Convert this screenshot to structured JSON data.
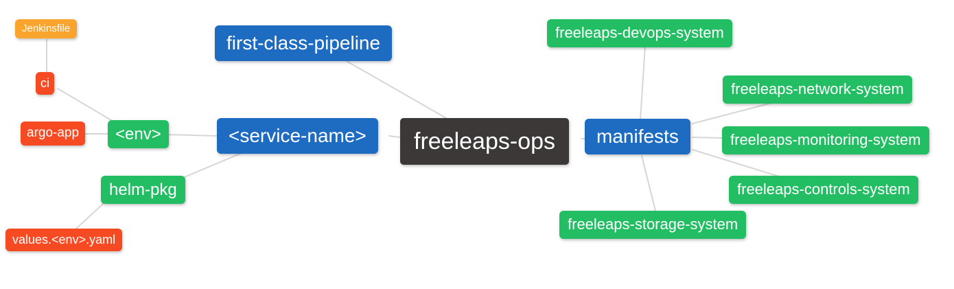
{
  "diagram": {
    "type": "mindmap",
    "background": "#ffffff",
    "edge_color": "#d6d6d6",
    "colors": {
      "root": "#3c3838",
      "level1": "#1e6bc2",
      "level2": "#23be64",
      "level3": "#f54a22",
      "level4": "#f9a42c",
      "text": "#ffffff"
    },
    "nodes": {
      "root": {
        "label": "freeleaps-ops"
      },
      "first_class_pipeline": {
        "label": "first-class-pipeline"
      },
      "service_name": {
        "label": "<service-name>"
      },
      "manifests": {
        "label": "manifests"
      },
      "env": {
        "label": "<env>"
      },
      "helm_pkg": {
        "label": "helm-pkg"
      },
      "argo_app": {
        "label": "argo-app"
      },
      "ci": {
        "label": "ci"
      },
      "jenkinsfile": {
        "label": "Jenkinsfile"
      },
      "values_env_yaml": {
        "label": "values.<env>.yaml"
      },
      "devops_system": {
        "label": "freeleaps-devops-system"
      },
      "network_system": {
        "label": "freeleaps-network-system"
      },
      "monitoring_system": {
        "label": "freeleaps-monitoring-system"
      },
      "controls_system": {
        "label": "freeleaps-controls-system"
      },
      "storage_system": {
        "label": "freeleaps-storage-system"
      }
    },
    "edges": [
      [
        "jenkinsfile",
        "ci"
      ],
      [
        "ci",
        "env"
      ],
      [
        "argo_app",
        "env"
      ],
      [
        "env",
        "service_name"
      ],
      [
        "helm_pkg",
        "service_name"
      ],
      [
        "values_env_yaml",
        "helm_pkg"
      ],
      [
        "first_class_pipeline",
        "root"
      ],
      [
        "service_name",
        "root"
      ],
      [
        "root",
        "manifests"
      ],
      [
        "manifests",
        "devops_system"
      ],
      [
        "manifests",
        "network_system"
      ],
      [
        "manifests",
        "monitoring_system"
      ],
      [
        "manifests",
        "controls_system"
      ],
      [
        "manifests",
        "storage_system"
      ]
    ]
  }
}
